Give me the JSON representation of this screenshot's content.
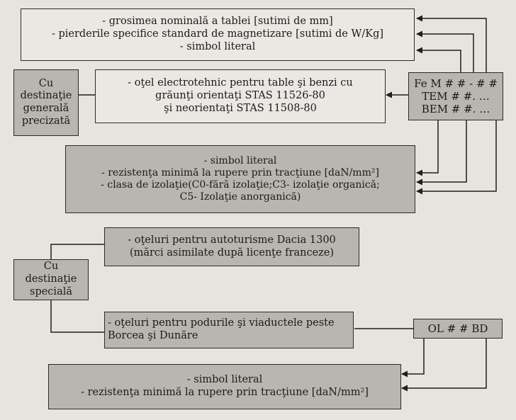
{
  "colors": {
    "light_box": "#ebe8e4",
    "shaded_box": "#b9b5b0",
    "stroke": "#2b2b2b",
    "background": "#e7e3de"
  },
  "top_box": {
    "lines": [
      "- grosimea nominală a tablei [sutimi de mm]",
      "- pierderile specifice standard de magnetizare [sutimi de W/Kg]",
      "- simbol literal"
    ]
  },
  "general_label": {
    "lines": [
      "Cu",
      "destinaţie",
      "generală",
      "precizată"
    ]
  },
  "electro_box": {
    "lines": [
      "- oţel electrotehnic pentru table şi benzi cu",
      "grăunţi orientaţi STAS 11526-80",
      "şi neorientaţi STAS 11508-80"
    ]
  },
  "symbol_box": {
    "lines": [
      "Fe M # # - # #",
      "TEM # #. …",
      "BEM # #. …"
    ]
  },
  "mid_box": {
    "lines": [
      "- simbol literal",
      "- rezistenţa minimă la rupere prin tracţiune [daN/mm²]",
      "- clasa de izolaţie(C0-fără izolaţie;C3- izolaţie organică;",
      "C5- Izolaţie anorganică)"
    ]
  },
  "dacia_box": {
    "lines": [
      "- oţeluri pentru autoturisme Dacia 1300",
      "(mărci asimilate după licenţe franceze)"
    ]
  },
  "special_label": {
    "lines": [
      "Cu",
      "destinaţie",
      "specială"
    ]
  },
  "bridges_box": {
    "lines": [
      "- oţeluri pentru podurile şi viaductele peste",
      "Borcea şi Dunăre"
    ]
  },
  "ol_box": {
    "lines": [
      "OL # # BD"
    ]
  },
  "bottom_box": {
    "lines": [
      "- simbol literal",
      "- rezistenţa minimă la rupere prin tracţiune [daN/mm²]"
    ]
  }
}
